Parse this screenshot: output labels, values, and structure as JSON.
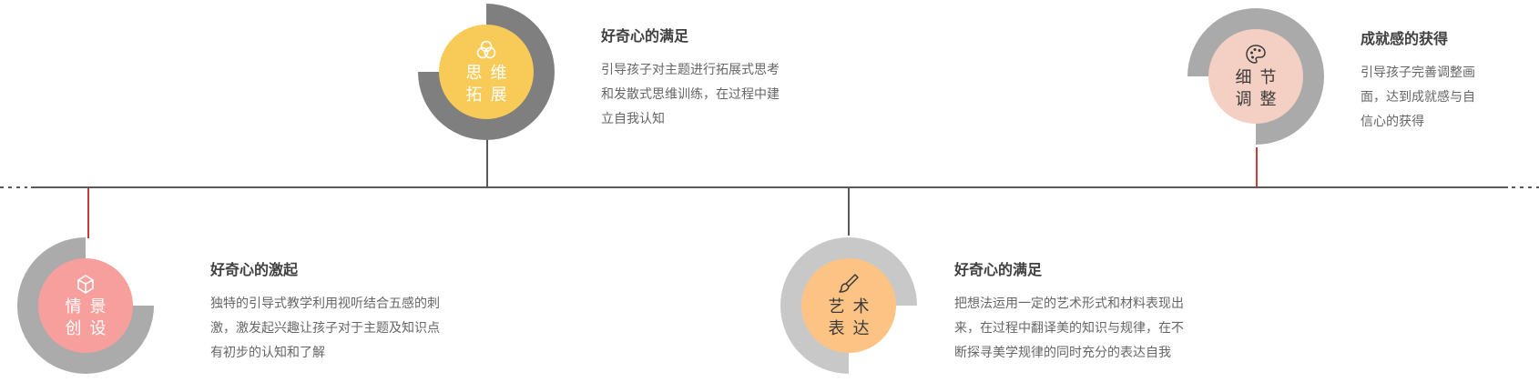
{
  "nodes": [
    {
      "id": "scene",
      "label_line1": "情景",
      "label_line2": "创设",
      "core_color": "#F79F9C",
      "ring_color": "#ABABAB",
      "stem_color": "#D0383B",
      "icon": "cube-icon",
      "title": "好奇心的激起",
      "body": [
        "独特的引导式教学利用视听结合五感的刺",
        "激，激发起兴趣让孩子对于主题及知识点",
        "有初步的认知和了解"
      ]
    },
    {
      "id": "thinking",
      "label_line1": "思维",
      "label_line2": "拓展",
      "core_color": "#F8CB59",
      "ring_color": "#7F7F7F",
      "stem_color": "#595959",
      "icon": "overlapping-circles-icon",
      "title": "好奇心的满足",
      "body": [
        "引导孩子对主题进行拓展式思考",
        "和发散式思维训练，在过程中建",
        "立自我认知"
      ]
    },
    {
      "id": "art",
      "label_line1": "艺术",
      "label_line2": "表达",
      "core_color": "#FDC384",
      "ring_color": "#C8C8C8",
      "stem_color": "#595959",
      "icon": "paintbrush-icon",
      "title": "好奇心的满足",
      "body": [
        "把想法运用一定的艺术形式和材料表现出",
        "来，在过程中翻译美的知识与规律，在不",
        "断探寻美学规律的同时充分的表达自我"
      ]
    },
    {
      "id": "detail",
      "label_line1": "细节",
      "label_line2": "调整",
      "core_color": "#F4CFC3",
      "ring_color": "#AAAAAA",
      "stem_color": "#D0383B",
      "icon": "palette-icon",
      "title": "成就感的获得",
      "body": [
        "引导孩子完善调整画",
        "面，达到成就感与自",
        "信心的获得"
      ]
    }
  ],
  "colors": {
    "axis": "#595959",
    "title_text": "#404040",
    "body_text": "#666666"
  }
}
